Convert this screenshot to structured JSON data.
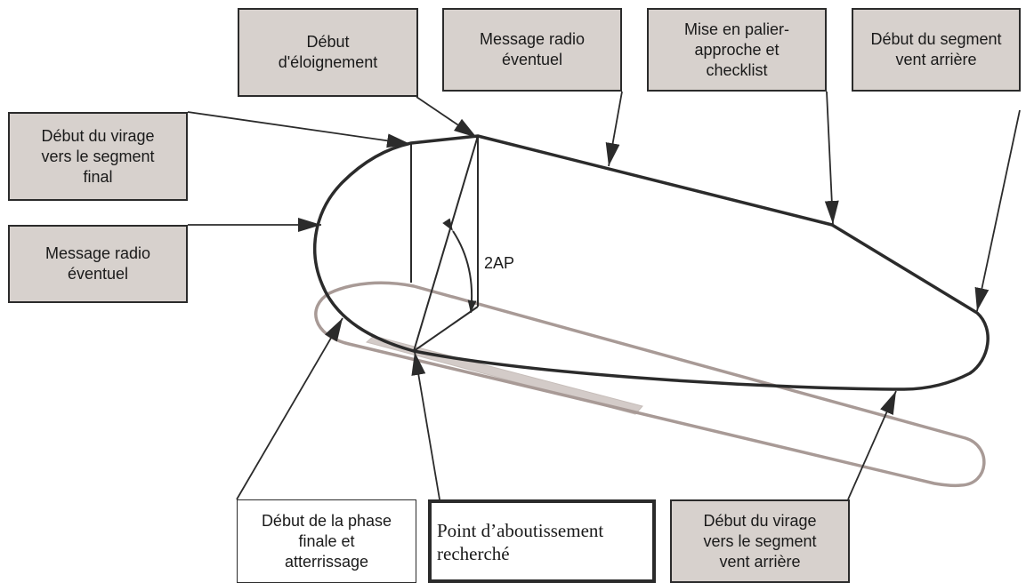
{
  "labels": {
    "debut_eloignement": "Début\nd'éloignement",
    "message_radio_top": "Message radio\néventuel",
    "mise_en_palier": "Mise en palier-\napproche et\nchecklist",
    "debut_segment_vent_arriere": "Début du segment\nvent arrière",
    "debut_virage_final": "Début du virage\nvers le segment\nfinal",
    "message_radio_left": "Message radio\néventuel",
    "phase_finale": "Début de la phase\nfinale et\natterrissage",
    "point_aboutissement": "Point d’aboutissement\nrecherché",
    "debut_virage_vent_arriere": "Début du virage\nvers le segment\nvent arrière",
    "angle": "2AP"
  },
  "colors": {
    "box_fill": "#d7d1cd",
    "box_border": "#2b2b2b",
    "path_stroke": "#2b2b2b",
    "reference_path": "#a89a96",
    "runway": "#d3cbc8"
  }
}
